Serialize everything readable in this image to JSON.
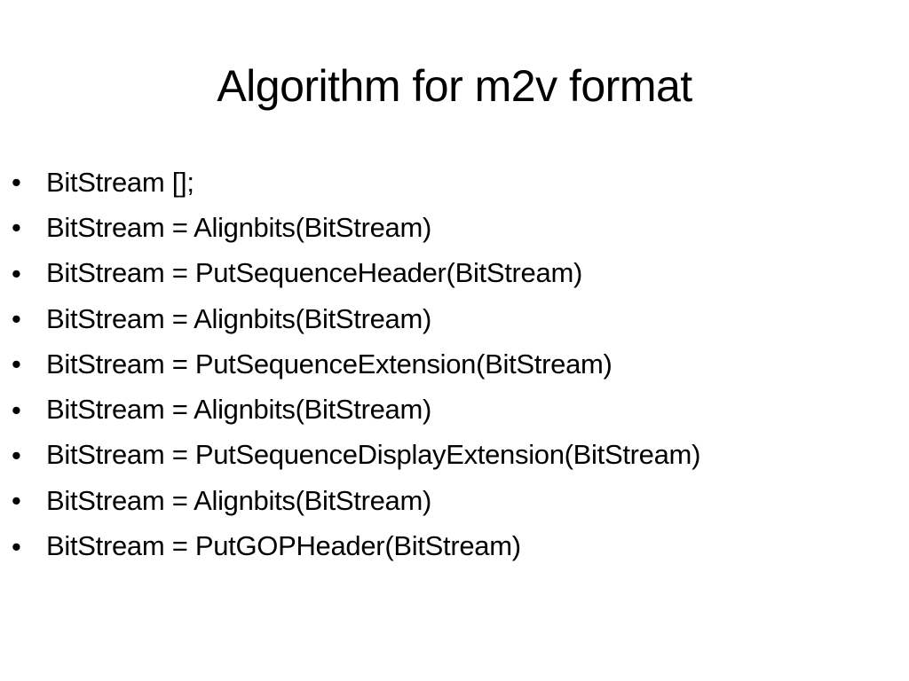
{
  "slide": {
    "title": "Algorithm for m2v format",
    "bullet_glyph": "•",
    "bullets": [
      "BitStream [];",
      "BitStream = Alignbits(BitStream)",
      "BitStream = PutSequenceHeader(BitStream)",
      "BitStream = Alignbits(BitStream)",
      "BitStream = PutSequenceExtension(BitStream)",
      "BitStream = Alignbits(BitStream)",
      "BitStream = PutSequenceDisplayExtension(BitStream)",
      "BitStream = Alignbits(BitStream)",
      "BitStream = PutGOPHeader(BitStream)"
    ]
  }
}
